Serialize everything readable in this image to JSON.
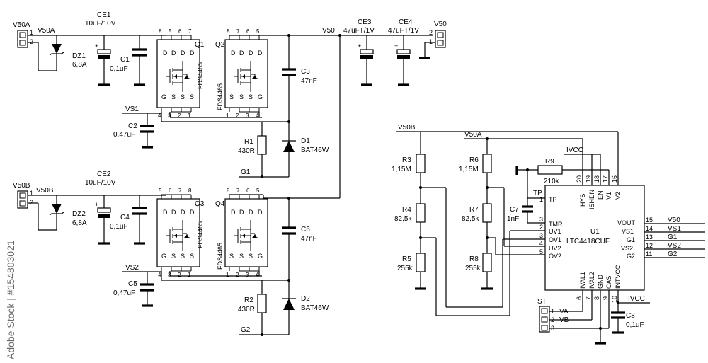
{
  "labels": {
    "v50a_conn": "V50A",
    "v50a_net": "V50A",
    "v50b_conn": "V50B",
    "v50b_net": "V50B",
    "v50_top": "V50",
    "v50_conn": "V50",
    "ce1": "CE1",
    "ce1_val": "10uF/10V",
    "ce2": "CE2",
    "ce2_val": "10uF/10V",
    "ce3": "CE3",
    "ce3_val": "47uFT/1V",
    "ce4": "CE4",
    "ce4_val": "47uFT/1V",
    "dz1": "DZ1",
    "dz1_val": "6,8A",
    "dz2": "DZ2",
    "dz2_val": "6,8A",
    "c1": "C1",
    "c1_val": "0,1uF",
    "c4": "C4",
    "c4_val": "0,1uF",
    "c2": "C2",
    "c2_val": "0,47uF",
    "c5": "C5",
    "c5_val": "0,47uF",
    "c3": "C3",
    "c3_val": "47nF",
    "c6": "C6",
    "c6_val": "47nF",
    "q1": "Q1",
    "q2": "Q2",
    "q3": "Q3",
    "q4": "Q4",
    "fds": "FDS4465",
    "r1": "R1",
    "r1_val": "430R",
    "r2": "R2",
    "r2_val": "430R",
    "d1": "D1",
    "d1_val": "BAT46W",
    "d2": "D2",
    "d2_val": "BAT46W",
    "vs1": "VS1",
    "vs2": "VS2",
    "g1": "G1",
    "g2": "G2",
    "v50b_right": "V50B",
    "v50a_right": "V50A",
    "ivcc_top": "IVCC",
    "ivcc_bot": "IVCC",
    "r3": "R3",
    "r3_val": "1,15M",
    "r4": "R4",
    "r4_val": "82,5k",
    "r5": "R5",
    "r5_val": "255k",
    "r6": "R6",
    "r6_val": "1,15M",
    "r7": "R7",
    "r7_val": "82,5k",
    "r8": "R8",
    "r8_val": "255k",
    "r9": "R9",
    "r9_val": "210k",
    "c7": "C7",
    "c7_val": "1nF",
    "tp": "TP",
    "c8": "C8",
    "c8_val": "0,1uF",
    "u1": "U1",
    "u1_part": "LTC4418CUF",
    "st": "ST",
    "va": "VA",
    "vb": "VB",
    "out_v50": "V50",
    "out_vs1": "VS1",
    "out_g1": "G1",
    "out_vs2": "VS2",
    "out_g2": "G2"
  },
  "mosfet_pins": {
    "d": "D",
    "g": "G",
    "s": "S",
    "n8": "8",
    "n7": "7",
    "n6": "6",
    "n5": "5",
    "n4": "4",
    "n3": "3",
    "n2": "2",
    "n1": "1"
  },
  "u1_pins": {
    "tp": "TP",
    "tp_n": "1",
    "tmr": "TMR",
    "tmr_n": "3",
    "uv1": "UV1",
    "uv1_n": "2",
    "ov1": "OV1",
    "ov1_n": "3",
    "uv2": "UV2",
    "uv2_n": "4",
    "ov2": "OV2",
    "ov2_n": "5",
    "hys": "HYS",
    "hys_n": "20",
    "ishdn": "ISHDN",
    "ishdn_n": "19",
    "en": "EN",
    "en_n": "18",
    "v1": "V1",
    "v1_n": "17",
    "v2": "V2",
    "v2_n": "16",
    "vout": "VOUT",
    "vout_n": "15",
    "vs1": "VS1",
    "vs1_n": "14",
    "g1": "G1",
    "g1_n": "13",
    "vs2": "VS2",
    "vs2_n": "12",
    "g2": "G2",
    "g2_n": "11",
    "ival1": "IVAL1",
    "ival1_n": "6",
    "ival2": "IVAL2",
    "ival2_n": "7",
    "gnd": "GND",
    "gnd_n": "8",
    "cas": "CAS",
    "cas_n": "9",
    "intvcc": "INTVCC",
    "intvcc_n": "10"
  },
  "pins2": {
    "p1": "1",
    "p2": "2",
    "p3": "3"
  },
  "watermark": {
    "side": "Adobe Stock | #154803021"
  }
}
